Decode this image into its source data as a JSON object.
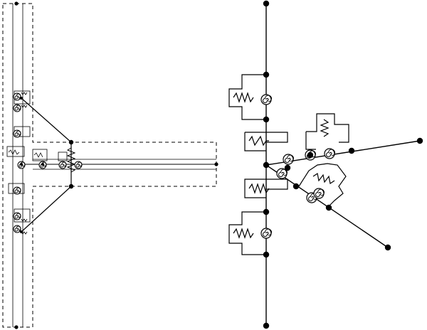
{
  "diagram": {
    "left_figure": {
      "kind": "dashed-outline lattice with spring and torsion-spring joints",
      "stroke_color": "#000000",
      "outline_style": "dashed"
    },
    "right_figure": {
      "kind": "branching lattice with nodes, linear springs and torsion springs",
      "stroke_color": "#000000"
    },
    "background_color": "#ffffff",
    "icons": [
      "spring-icon",
      "torsion-spring-icon",
      "node-dot-icon"
    ]
  }
}
